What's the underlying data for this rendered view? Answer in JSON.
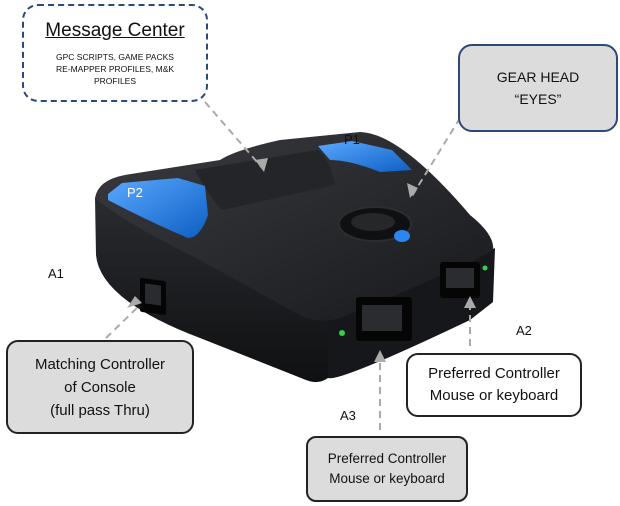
{
  "callouts": {
    "message_center": {
      "title": "Message Center",
      "line1": "GPC SCRIPTS, GAME PACKS",
      "line2": "RE-MAPPER PROFILES, M&K",
      "line3": "PROFILES"
    },
    "gear_head": {
      "line1": "GEAR HEAD",
      "line2": "“EYES”"
    },
    "a1": {
      "line1": "Matching Controller",
      "line2": "of Console",
      "line3": "(full pass Thru)"
    },
    "a2": {
      "line1": "Preferred Controller",
      "line2": "Mouse or keyboard"
    },
    "a3": {
      "line1": "Preferred Controller",
      "line2": "Mouse or keyboard"
    }
  },
  "device_labels": {
    "p1": "P1",
    "p2": "P2"
  },
  "port_labels": {
    "a1": "A1",
    "a2": "A2",
    "a3": "A3"
  },
  "colors": {
    "accent_blue": "#1b74d8",
    "body_black": "#1b1c1f",
    "led_green": "#2fd24a",
    "callout_fill": "#dcdcdc",
    "callout_border_blue": "#2a4a7a"
  }
}
